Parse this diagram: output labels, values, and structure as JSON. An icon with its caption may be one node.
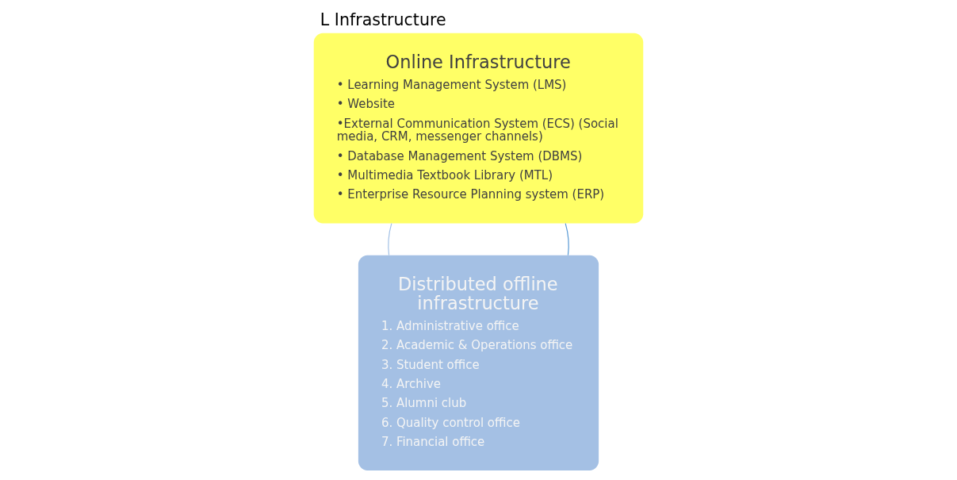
{
  "diagram": {
    "title": "L Infrastructure",
    "nodes": [
      {
        "text": [
          "Online Infrastructure",
          "• Learning Management System (LMS)",
          "• Website",
          "•External Communication System (ECS) (Social media, CRM, messenger channels)",
          "• Database Management System (DBMS)",
          "• Multimedia Textbook Library (MTL)",
          "• Enterprise Resource Planning system (ERP)"
        ]
      },
      {
        "text": [
          "Distributed offline infrastructure",
          "1. Administrative office",
          "2. Academic & Operations office",
          "3. Student office",
          "4. Archive",
          "5. Alumni club",
          "6. Quality control office",
          "7. Financial office"
        ]
      }
    ],
    "edges": [
      {
        "from": 0,
        "to": 1,
        "arrow": "none",
        "color": "#5b9bd5"
      },
      {
        "from": 0,
        "to": 1,
        "arrow": "none",
        "color": "#a4c2e6"
      }
    ]
  }
}
